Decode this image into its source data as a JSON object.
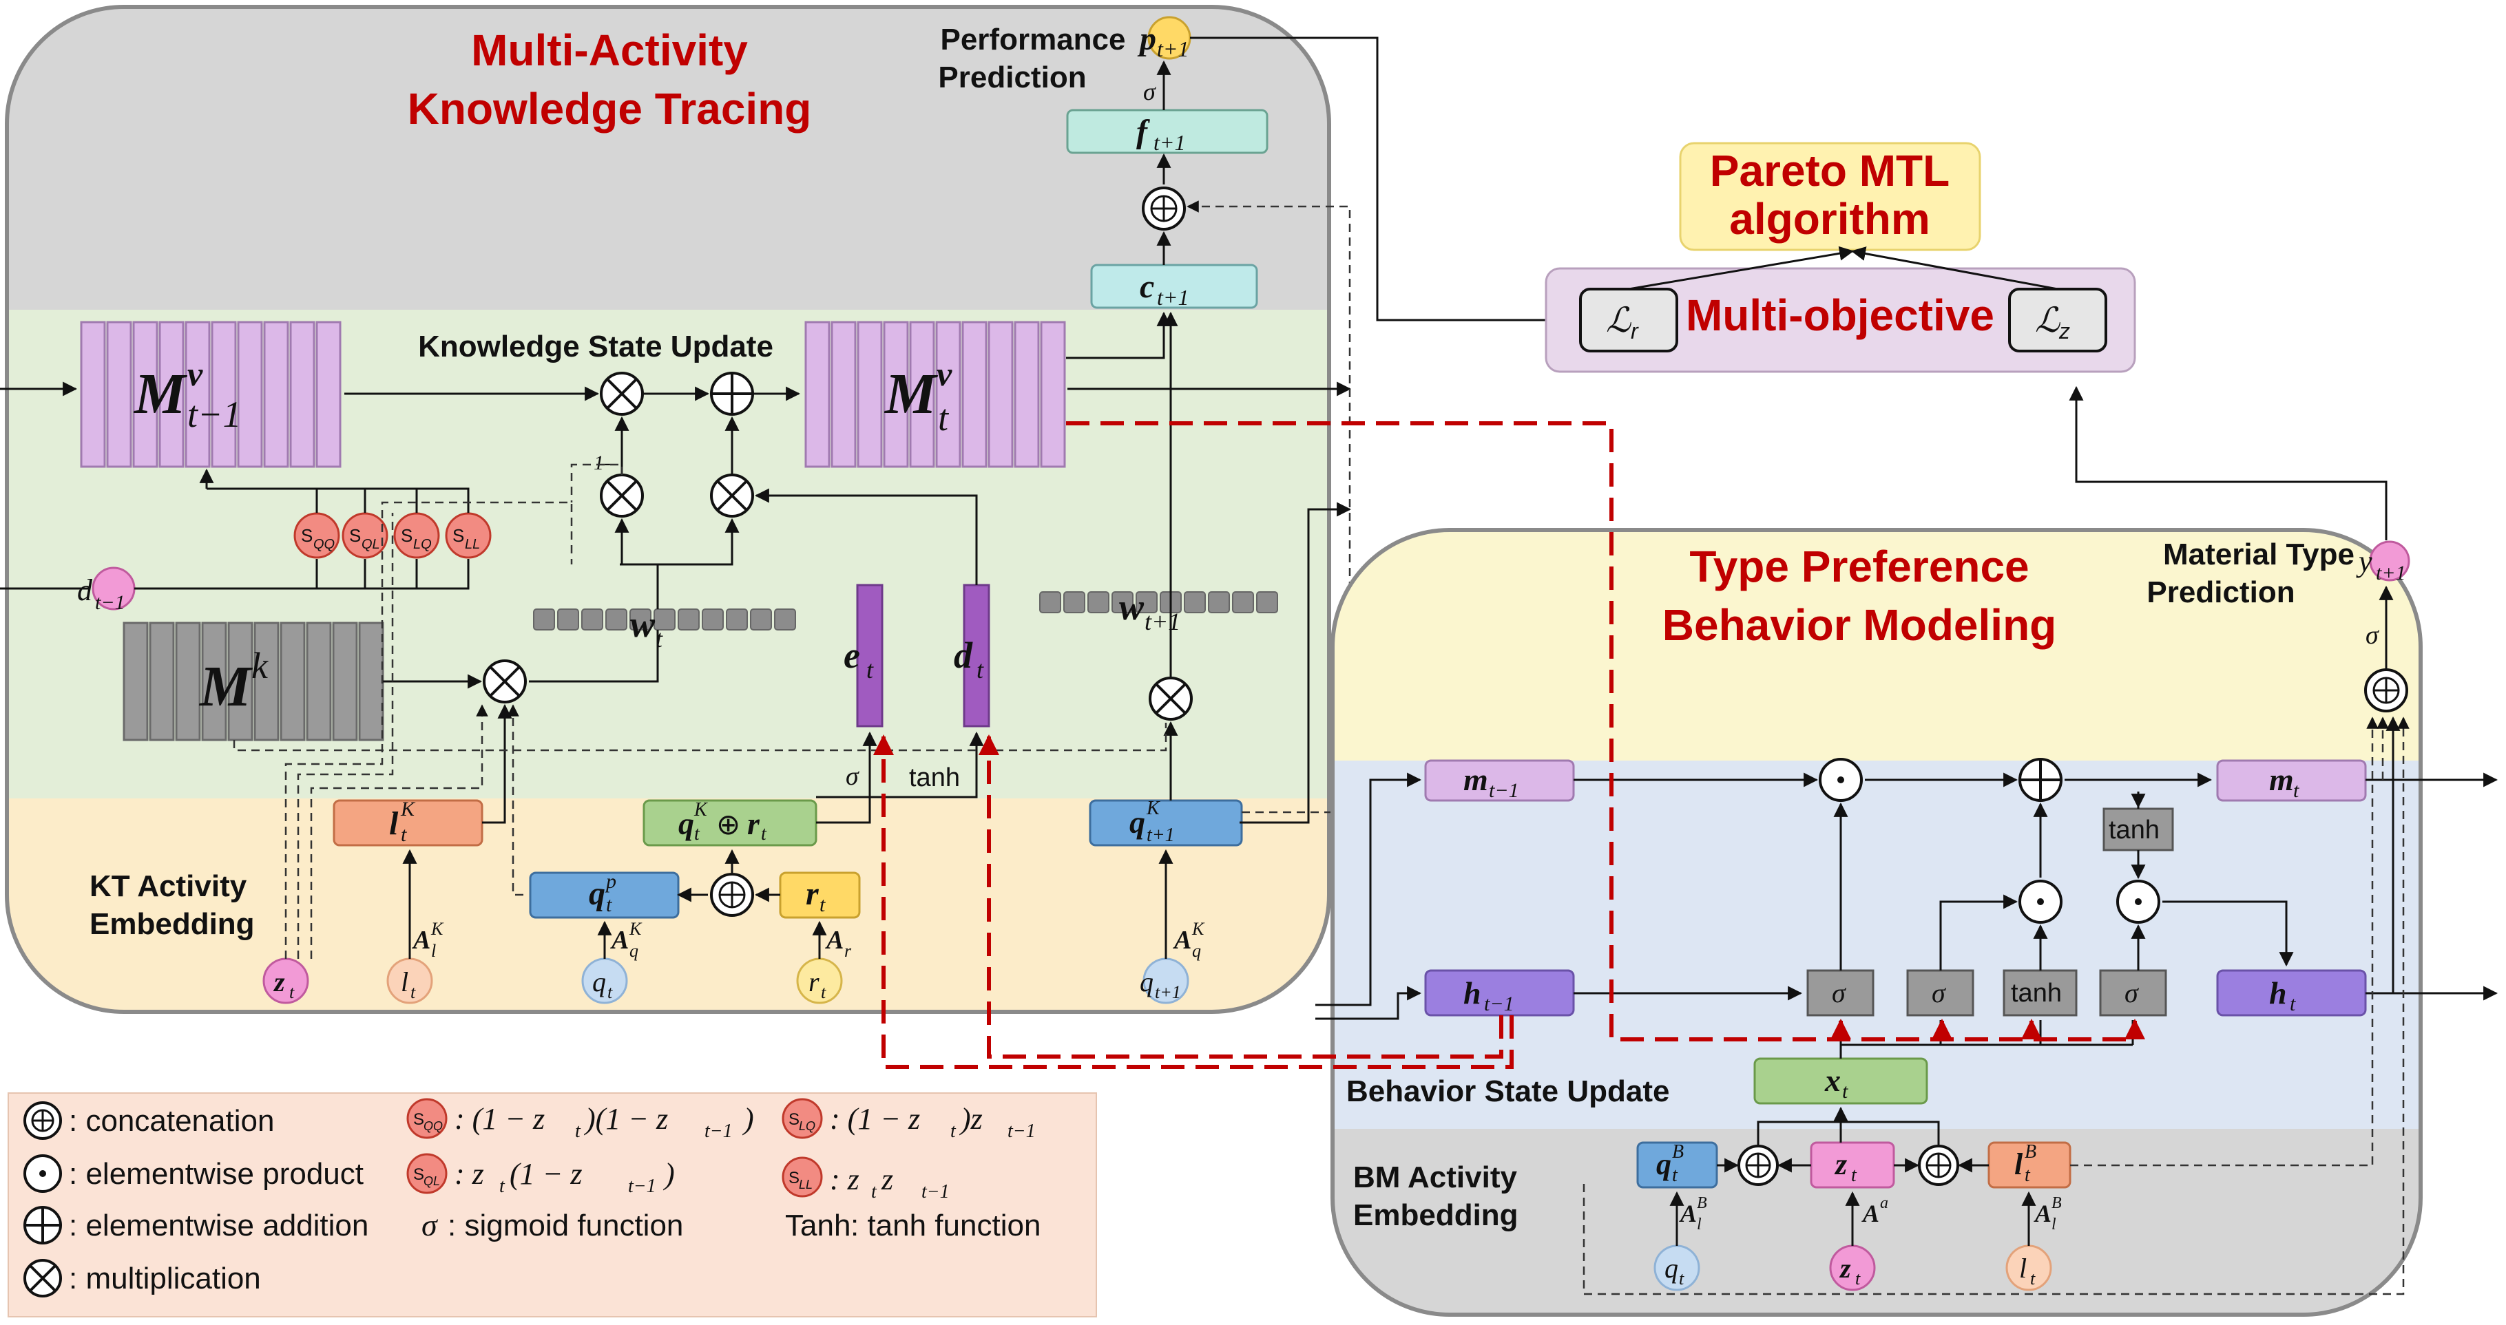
{
  "panels": {
    "kt": {
      "title_line1": "Multi-Activity",
      "title_line2": "Knowledge Tracing",
      "state_update": "Knowledge State Update",
      "embedding_line1": "KT Activity",
      "embedding_line2": "Embedding",
      "perf_line1": "Performance",
      "perf_line2": "Prediction"
    },
    "pareto": {
      "line1": "Pareto MTL",
      "line2": "algorithm"
    },
    "multiobj": {
      "label": "Multi-objective",
      "left_loss": "ℒ",
      "left_sub": "r",
      "right_loss": "ℒ",
      "right_sub": "z"
    },
    "tp": {
      "title_line1": "Type Preference",
      "title_line2": "Behavior Modeling",
      "mat_line1": "Material Type",
      "mat_line2": "Prediction",
      "state_update": "Behavior State Update",
      "embedding_line1": "BM Activity",
      "embedding_line2": "Embedding"
    }
  },
  "symbols": {
    "Mv_prev": "M",
    "Mv_prev_sup": "v",
    "Mv_prev_sub": "t−1",
    "Mv": "M",
    "Mv_sup": "v",
    "Mv_sub": "t",
    "Mk": "M",
    "Mk_sup": "k",
    "p": "p",
    "p_sub": "t+1",
    "f": "f",
    "f_sub": "t+1",
    "c": "c",
    "c_sub": "t+1",
    "w": "w",
    "w_sub": "t",
    "w2": "w",
    "w2_sub": "t+1",
    "e": "e",
    "e_sub": "t",
    "d": "d",
    "d_sub": "t",
    "dprev": "d",
    "dprev_sub": "t−1",
    "l": "l",
    "l_sub": "t",
    "l_sup": "K",
    "qk": "q",
    "qk_sub": "t",
    "qk_sup": "K",
    "qk_op": "⊕",
    "qk_r": "r",
    "qk_r_sub": "t",
    "qp": "q",
    "qp_sub": "t",
    "qp_sup": "p",
    "r": "r",
    "r_sub": "t",
    "q2": "q",
    "q2_sub": "t+1",
    "q2_sup": "K",
    "z": "z",
    "z_sub": "t",
    "A_l": "A",
    "A_l_sub": "l",
    "A_l_sup": "K",
    "A_q": "A",
    "A_q_sub": "q",
    "A_q_sup": "K",
    "A_r": "A",
    "A_r_sub": "r",
    "A_q2": "A",
    "A_q2_sub": "q",
    "A_q2_sup": "K",
    "in_l": "l",
    "in_l_sub": "t",
    "in_q": "q",
    "in_q_sub": "t",
    "in_r": "r",
    "in_r_sub": "t",
    "in_q2": "q",
    "in_q2_sub": "t+1",
    "in_z": "z",
    "in_z_sub": "t",
    "sQQ": "S",
    "sQQ_sub": "QQ",
    "sQL": "S",
    "sQL_sub": "QL",
    "sLQ": "S",
    "sLQ_sub": "LQ",
    "sLL": "S",
    "sLL_sub": "LL",
    "one_minus": "1-",
    "sigma": "σ",
    "tanh": "tanh",
    "m_prev": "m",
    "m_prev_sub": "t−1",
    "m": "m",
    "m_sub": "t",
    "h_prev": "h",
    "h_prev_sub": "t−1",
    "h": "h",
    "h_sub": "t",
    "x": "x",
    "x_sub": "t",
    "y": "y",
    "y_sub": "t+1",
    "qB": "q",
    "qB_sub": "t",
    "qB_sup": "B",
    "zB": "z",
    "zB_sub": "t",
    "lB": "l",
    "lB_sub": "t",
    "lB_sup": "B",
    "AlB": "A",
    "AlB_sub": "l",
    "AlB_sup": "B",
    "Aa": "A",
    "Aa_sup": "a",
    "AlB2": "A",
    "AlB2_sub": "l",
    "AlB2_sup": "B",
    "inB_q": "q",
    "inB_q_sub": "t",
    "inB_z": "z",
    "inB_z_sub": "t",
    "inB_l": "l",
    "inB_l_sub": "t"
  },
  "legend": {
    "concat": ": concatenation",
    "elem_prod": ": elementwise product",
    "elem_add": ": elementwise addition",
    "mult": ": multiplication",
    "sigma_sym": "σ",
    "sigma_def": ": sigmoid function",
    "tanh_sym": "Tanh",
    "tanh_def": ": tanh function",
    "sQQ_def": ": (1 − z",
    "sQQ_def_b": "t",
    "sQQ_def_c": ")(1 − z",
    "sQQ_def_d": "t−1",
    "sQQ_def_e": ")",
    "sQL_def": ": z",
    "sQL_def_b": "t",
    "sQL_def_c": " (1 − z",
    "sQL_def_d": "t−1",
    "sQL_def_e": ")",
    "sLQ_def": ": (1 − z",
    "sLQ_def_b": "t",
    "sLQ_def_c": " )z",
    "sLQ_def_d": "t−1",
    "sLL_def": ": z",
    "sLL_def_b": "t",
    "sLL_def_c": " z",
    "sLL_def_d": "t−1"
  },
  "colors": {
    "kt_top": "#d6d6d6",
    "kt_green": "#e3eed8",
    "kt_yellow": "#fcecc9",
    "tp_yellow": "#fbf6cf",
    "tp_blue": "#dde6f3",
    "tp_gray": "#d6d6d6",
    "legend_bg": "#fbe3d6",
    "purple_mem": "#dcb8e8",
    "title_red": "#c00000"
  }
}
